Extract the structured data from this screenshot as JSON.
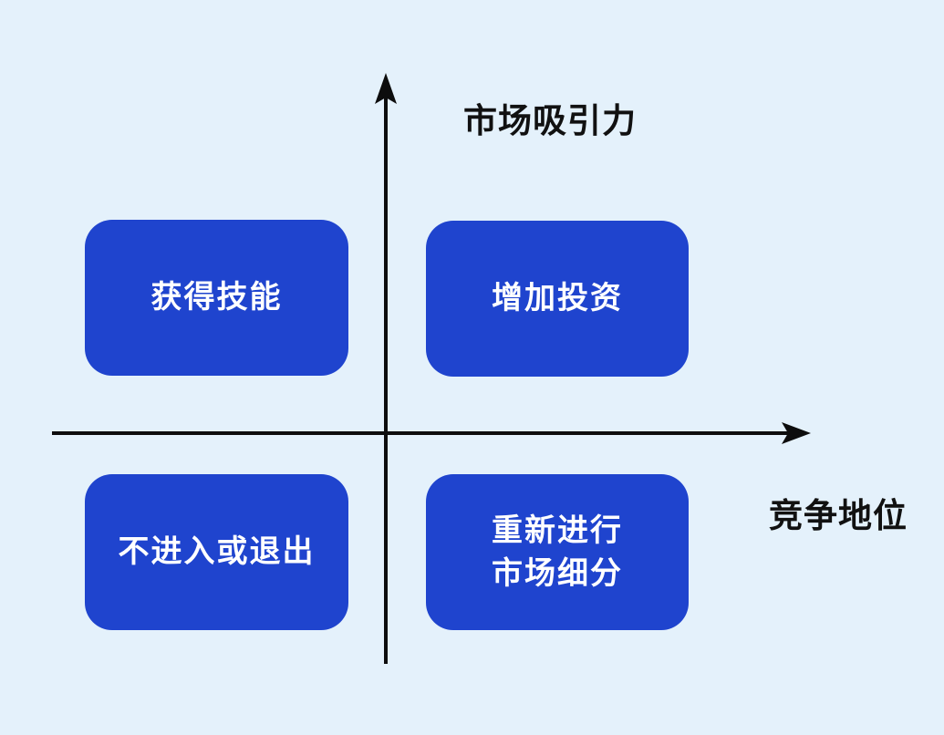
{
  "diagram": {
    "y_axis": {
      "label": "市场吸引力"
    },
    "x_axis": {
      "label": "竞争地位"
    },
    "quadrants": [
      {
        "id": "top-left",
        "label": "获得技能"
      },
      {
        "id": "top-right",
        "label": "增加投资"
      },
      {
        "id": "bottom-left",
        "label": "不进入或退出"
      },
      {
        "id": "bottom-right",
        "label": "重新进行\n市场细分"
      }
    ],
    "colors": {
      "background": "#E4F1FB",
      "box": "#1F44CE",
      "box_text": "#FFFFFF",
      "axis": "#0D0D0D",
      "label_text": "#111111"
    }
  }
}
